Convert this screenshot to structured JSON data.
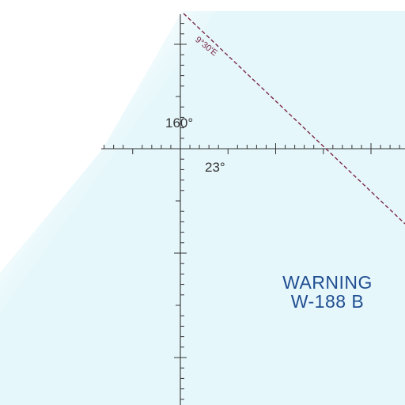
{
  "map": {
    "colors": {
      "airspace_fill": "#e6f7fb",
      "land": "#ffffff",
      "grid": "#333333",
      "isogonic": "#7a2a48",
      "warning_text": "#1f4e91"
    },
    "latitude_label": "23°",
    "longitude_label": "160°",
    "isogonic_line": {
      "label": "9°30'E",
      "style": "dashed"
    },
    "warning_area": {
      "title": "WARNING",
      "id": "W-188 B"
    }
  }
}
